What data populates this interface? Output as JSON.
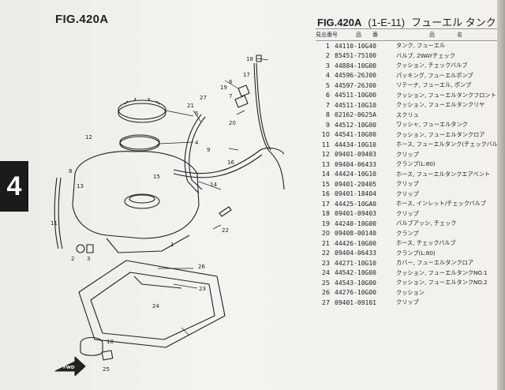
{
  "header": {
    "left_title": "FIG.420A",
    "right_fig": "FIG.420A",
    "right_code": "(1-E-11)",
    "right_name": "フューエル タンク"
  },
  "section_tab": "4",
  "table": {
    "headers": {
      "no": "見出番号",
      "part": "品　　番",
      "name": "品　　　　名"
    },
    "rows": [
      {
        "no": "1",
        "pn": "44110-10G40",
        "desc": "タンク, フューエル"
      },
      {
        "no": "2",
        "pn": "85451-75100",
        "desc": "バルブ, 2WAYチェック"
      },
      {
        "no": "3",
        "pn": "44884-10G00",
        "desc": "クッション, チェックバルブ"
      },
      {
        "no": "4",
        "pn": "44596-26J00",
        "desc": "パッキング, フューエルポンプ"
      },
      {
        "no": "5",
        "pn": "44597-26J00",
        "desc": "リテーナ, フューエル, ポンプ"
      },
      {
        "no": "6",
        "pn": "44511-10G00",
        "desc": "クッション, フューエルタンクフロント"
      },
      {
        "no": "7",
        "pn": "44511-10G10",
        "desc": "クッション, フューエルタンクリヤ"
      },
      {
        "no": "8",
        "pn": "02162-0625A",
        "desc": "スクリュ"
      },
      {
        "no": "9",
        "pn": "44512-10G00",
        "desc": "ワッシャ, フューエルタンク"
      },
      {
        "no": "10",
        "pn": "44541-10G00",
        "desc": "クッション, フューエルタンクロア"
      },
      {
        "no": "11",
        "pn": "44434-10G10",
        "desc": "ホース, フューエルタンク(チェックバルブ"
      },
      {
        "no": "12",
        "pn": "09401-09403",
        "desc": "クリップ"
      },
      {
        "no": "13",
        "pn": "09404-06433",
        "desc": "クランプ(L:80)"
      },
      {
        "no": "14",
        "pn": "44424-10G10",
        "desc": "ホース, フューエルタンクエアベント"
      },
      {
        "no": "15",
        "pn": "09401-20405",
        "desc": "クリップ"
      },
      {
        "no": "16",
        "pn": "09401-18404",
        "desc": "クリップ"
      },
      {
        "no": "17",
        "pn": "44425-10GA0",
        "desc": "ホース, インレット/チェックバルブ"
      },
      {
        "no": "18",
        "pn": "09401-09403",
        "desc": "クリップ"
      },
      {
        "no": "19",
        "pn": "44240-10G00",
        "desc": "バルブアッシ, チェック"
      },
      {
        "no": "20",
        "pn": "09408-00140",
        "desc": "クランプ"
      },
      {
        "no": "21",
        "pn": "44426-10G00",
        "desc": "ホース, チェックバルブ"
      },
      {
        "no": "22",
        "pn": "09404-06433",
        "desc": "クランプ(L:80)"
      },
      {
        "no": "23",
        "pn": "44271-10G10",
        "desc": "カバー, フューエルタンクロア"
      },
      {
        "no": "24",
        "pn": "44542-10G00",
        "desc": "クッション, フューエルタンクNO.1"
      },
      {
        "no": "25",
        "pn": "44543-10G00",
        "desc": "クッション, フューエルタンクNO.2"
      },
      {
        "no": "26",
        "pn": "44276-10G00",
        "desc": "クッション"
      },
      {
        "no": "27",
        "pn": "09401-09101",
        "desc": "クリップ"
      }
    ]
  },
  "diagram": {
    "fwd_label": "FWD",
    "callouts": [
      "1",
      "2",
      "3",
      "4",
      "5",
      "6",
      "7",
      "8",
      "9",
      "10",
      "11",
      "12",
      "13",
      "14",
      "15",
      "16",
      "17",
      "18",
      "19",
      "20",
      "21",
      "22",
      "23",
      "24",
      "25",
      "26",
      "27"
    ]
  }
}
